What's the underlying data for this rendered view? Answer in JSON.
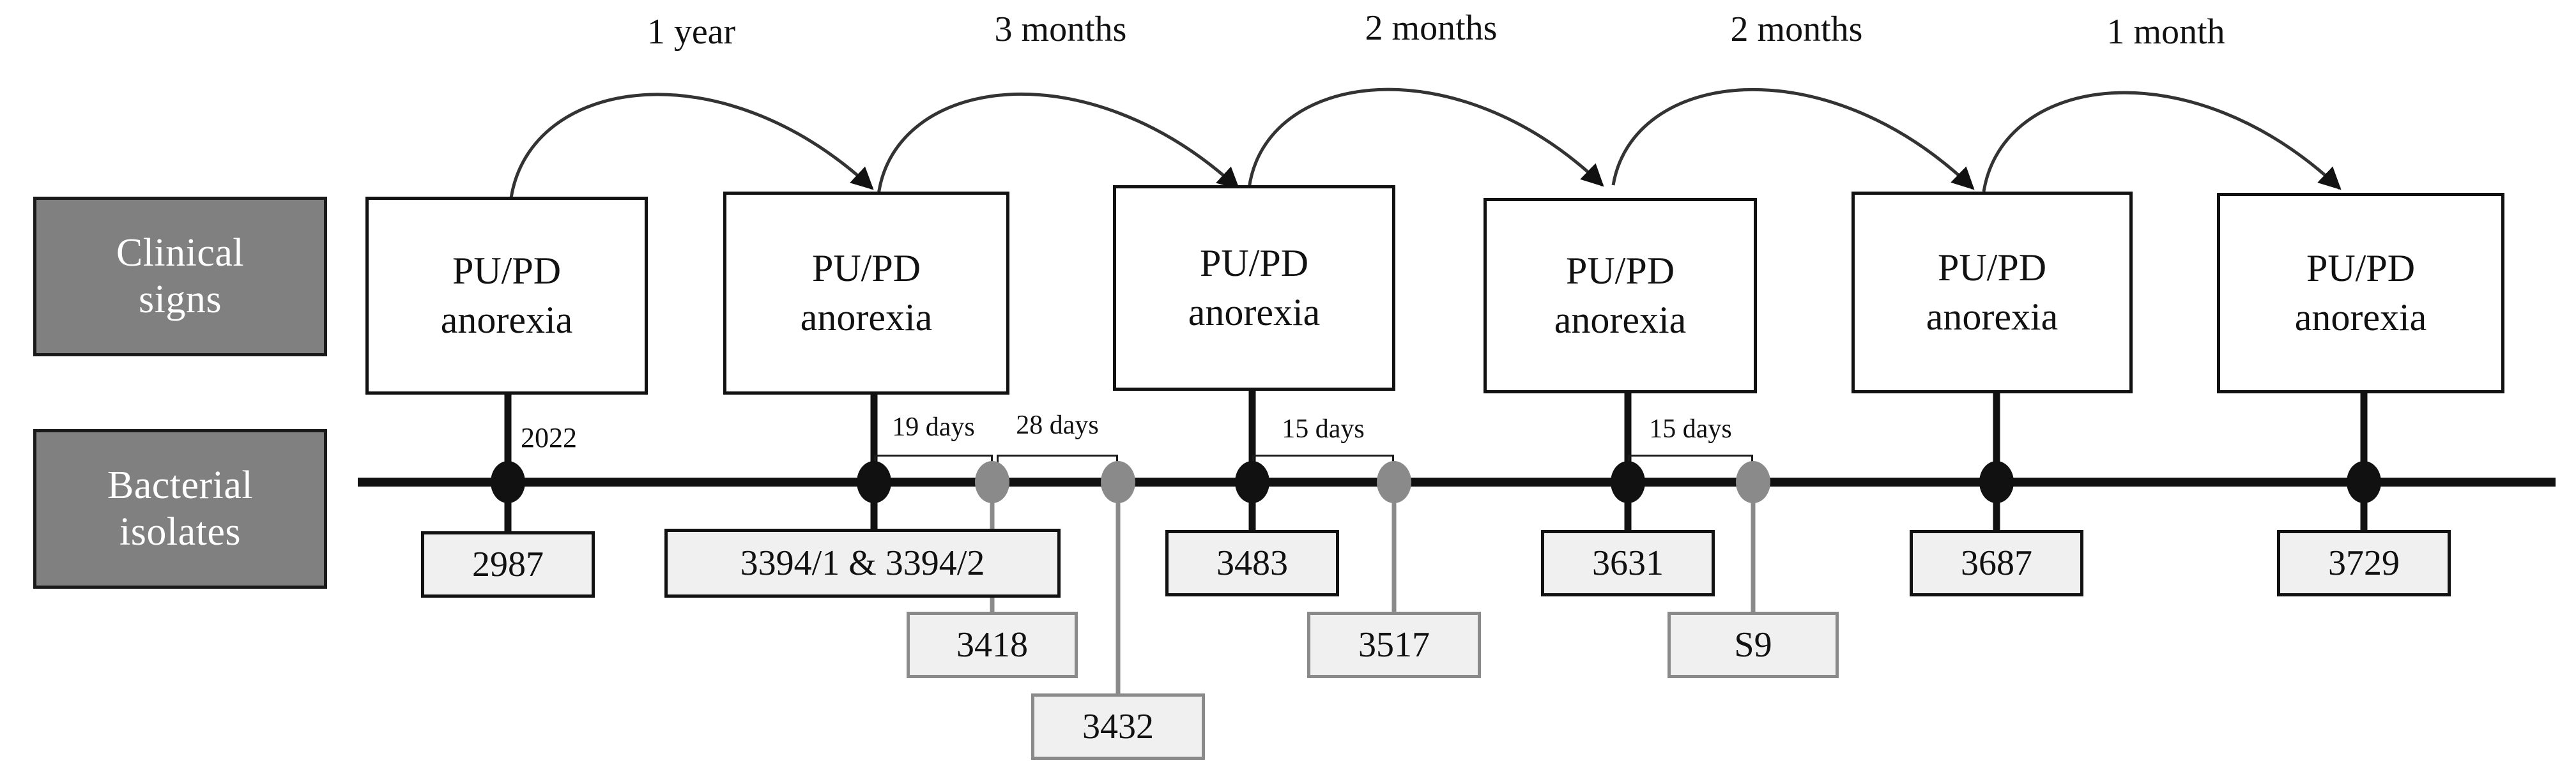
{
  "rows": {
    "clinical": {
      "line1": "Clinical",
      "line2": "signs"
    },
    "bacterial": {
      "line1": "Bacterial",
      "line2": "isolates"
    }
  },
  "clinical_signs": [
    {
      "line1": "PU/PD",
      "line2": "anorexia"
    },
    {
      "line1": "PU/PD",
      "line2": "anorexia"
    },
    {
      "line1": "PU/PD",
      "line2": "anorexia"
    },
    {
      "line1": "PU/PD",
      "line2": "anorexia"
    },
    {
      "line1": "PU/PD",
      "line2": "anorexia"
    },
    {
      "line1": "PU/PD",
      "line2": "anorexia"
    }
  ],
  "intervals": [
    {
      "label": "1 year"
    },
    {
      "label": "3 months"
    },
    {
      "label": "2 months"
    },
    {
      "label": "2 months"
    },
    {
      "label": "1 month"
    }
  ],
  "year_marker": "2022",
  "isolates": [
    {
      "label": "2987",
      "kind": "major"
    },
    {
      "label": "3394/1 & 3394/2",
      "kind": "major"
    },
    {
      "label": "3418",
      "kind": "minor"
    },
    {
      "label": "3432",
      "kind": "minor"
    },
    {
      "label": "3483",
      "kind": "major"
    },
    {
      "label": "3517",
      "kind": "minor"
    },
    {
      "label": "3631",
      "kind": "major"
    },
    {
      "label": "S9",
      "kind": "minor"
    },
    {
      "label": "3687",
      "kind": "major"
    },
    {
      "label": "3729",
      "kind": "major"
    }
  ],
  "gaps": [
    {
      "label": "19 days"
    },
    {
      "label": "28 days"
    },
    {
      "label": "15 days"
    },
    {
      "label": "15 days"
    }
  ],
  "colors": {
    "row_label_fill": "#808080",
    "major_marker": "#111111",
    "minor_marker": "#8a8a8a",
    "isolate_fill": "#f0f0f0",
    "background": "#ffffff"
  },
  "chart_data": {
    "type": "timeline",
    "title": "",
    "axis": "Bacterial isolates timeline",
    "events": [
      {
        "isolate": "2987",
        "marker": "major",
        "clinical_sign": "PU/PD anorexia",
        "annotation": "2022"
      },
      {
        "isolate": "3394/1 & 3394/2",
        "marker": "major",
        "clinical_sign": "PU/PD anorexia",
        "gap_from_previous": "1 year"
      },
      {
        "isolate": "3418",
        "marker": "minor",
        "gap_from_previous": "19 days"
      },
      {
        "isolate": "3432",
        "marker": "minor",
        "gap_from_previous": "28 days"
      },
      {
        "isolate": "3483",
        "marker": "major",
        "clinical_sign": "PU/PD anorexia",
        "gap_from_previous": "3 months"
      },
      {
        "isolate": "3517",
        "marker": "minor",
        "gap_from_previous": "15 days"
      },
      {
        "isolate": "3631",
        "marker": "major",
        "clinical_sign": "PU/PD anorexia",
        "gap_from_previous": "2 months"
      },
      {
        "isolate": "S9",
        "marker": "minor",
        "gap_from_previous": "15 days"
      },
      {
        "isolate": "3687",
        "marker": "major",
        "clinical_sign": "PU/PD anorexia",
        "gap_from_previous": "2 months"
      },
      {
        "isolate": "3729",
        "marker": "major",
        "clinical_sign": "PU/PD anorexia",
        "gap_from_previous": "1 month"
      }
    ]
  }
}
